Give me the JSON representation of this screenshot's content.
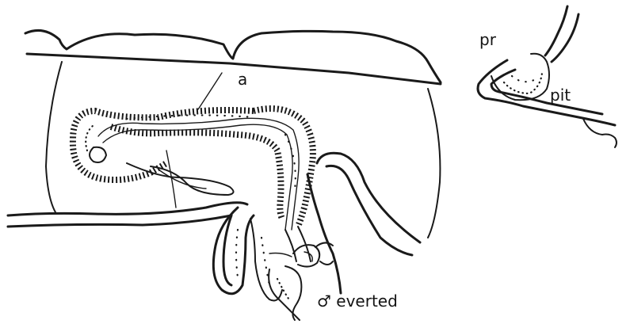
{
  "labels": {
    "a": "a",
    "pr": "pr",
    "pit": "pit",
    "everted": "♂ everted"
  }
}
